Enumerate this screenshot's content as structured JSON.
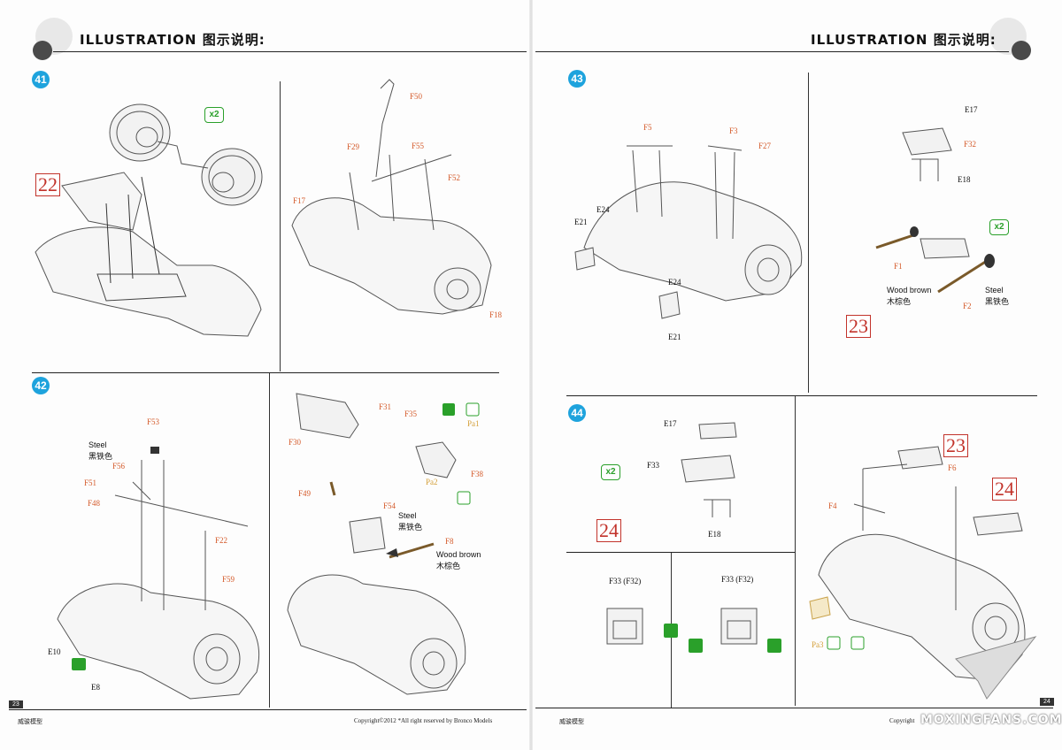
{
  "header": {
    "left_title": "ILLUSTRATION 图示说明:",
    "right_title": "ILLUSTRATION 图示说明:"
  },
  "steps": {
    "s41": "41",
    "s42": "42",
    "s43": "43",
    "s44": "44"
  },
  "step41": {
    "x2": "x2",
    "ref": "22",
    "parts": {
      "F50": "F50",
      "F29": "F29",
      "F55": "F55",
      "F52": "F52",
      "F17": "F17",
      "F18": "F18"
    }
  },
  "step42": {
    "F53": "F53",
    "steel": "Steel",
    "steel_cn": "黑铁色",
    "F56": "F56",
    "F51": "F51",
    "F48": "F48",
    "F22": "F22",
    "F59": "F59",
    "E10": "E10",
    "E8": "E8",
    "F31": "F31",
    "F30": "F30",
    "F35": "F35",
    "Pa1": "Pa1",
    "Pa2": "Pa2",
    "F38": "F38",
    "F49": "F49",
    "F54": "F54",
    "steel2": "Steel",
    "steel2_cn": "黑铁色",
    "F8": "F8",
    "wood": "Wood brown",
    "wood_cn": "木棕色"
  },
  "step43": {
    "F5": "F5",
    "F3": "F3",
    "F27": "F27",
    "E24a": "E24",
    "E21a": "E21",
    "E24b": "E24",
    "E21b": "E21",
    "E17": "E17",
    "F32": "F32",
    "E18": "E18",
    "x2": "x2",
    "F1": "F1",
    "F2": "F2",
    "wood": "Wood brown",
    "wood_cn": "木棕色",
    "steel": "Steel",
    "steel_cn": "黑铁色",
    "ref": "23"
  },
  "step44": {
    "E17": "E17",
    "F33": "F33",
    "x2": "x2",
    "E18": "E18",
    "ref": "24",
    "alt_left": "F33 (F32)",
    "alt_right": "F33 (F32)",
    "ref23": "23",
    "ref24": "24",
    "F6": "F6",
    "F4": "F4",
    "Pa3": "Pa3"
  },
  "footer": {
    "page_left": "23",
    "brand_left": "威骏模型",
    "copyright": "Copyright©2012  *All right reserved by Bronco Models",
    "brand_right": "威骏模型",
    "copyright_right": "Copyright",
    "page_right": "24"
  },
  "watermark": "MOXINGFANS.COM",
  "colors": {
    "step_blue": "#1ea3dd",
    "part_orange": "#d45a2a",
    "ref_red": "#c2332b",
    "badge_green": "#2aa02a",
    "wood_brown": "#8a5a2a"
  }
}
